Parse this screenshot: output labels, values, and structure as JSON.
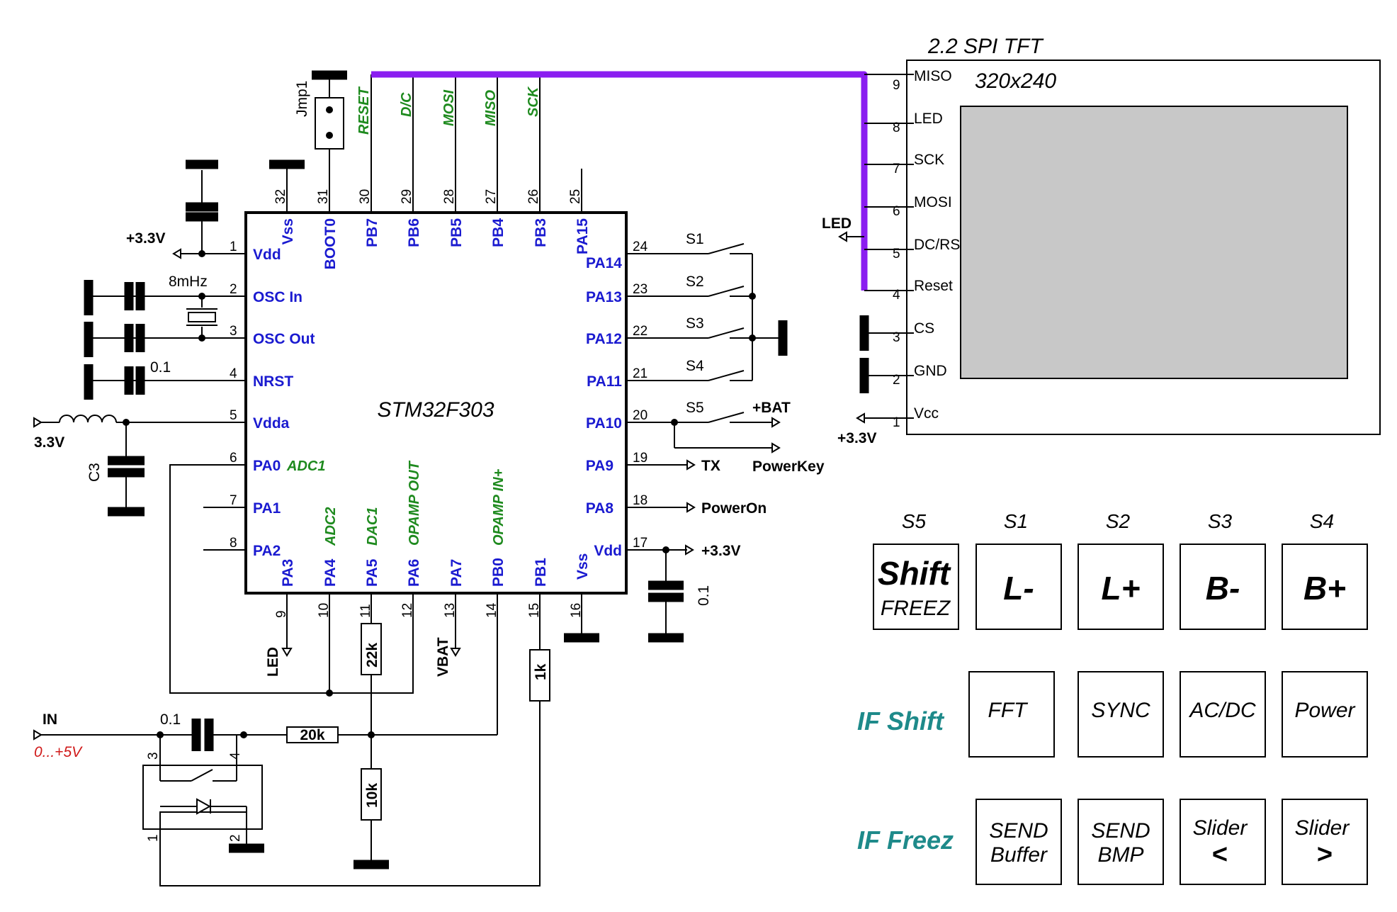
{
  "chip": {
    "name": "STM32F303",
    "left_pins": [
      {
        "num": "1",
        "name": "Vdd"
      },
      {
        "num": "2",
        "name": "OSC In"
      },
      {
        "num": "3",
        "name": "OSC Out"
      },
      {
        "num": "4",
        "name": "NRST"
      },
      {
        "num": "5",
        "name": "Vdda"
      },
      {
        "num": "6",
        "name": "PA0",
        "alt": "ADC1"
      },
      {
        "num": "7",
        "name": "PA1"
      },
      {
        "num": "8",
        "name": "PA2"
      }
    ],
    "top_pins": [
      {
        "num": "32",
        "name": "Vss"
      },
      {
        "num": "31",
        "name": "BOOT0"
      },
      {
        "num": "30",
        "name": "PB7",
        "alt": "RESET"
      },
      {
        "num": "29",
        "name": "PB6",
        "alt": "D/C"
      },
      {
        "num": "28",
        "name": "PB5",
        "alt": "MOSI"
      },
      {
        "num": "27",
        "name": "PB4",
        "alt": "MISO"
      },
      {
        "num": "26",
        "name": "PB3",
        "alt": "SCK"
      },
      {
        "num": "25",
        "name": "PA15"
      }
    ],
    "right_pins": [
      {
        "num": "24",
        "name": "PA14"
      },
      {
        "num": "23",
        "name": "PA13"
      },
      {
        "num": "22",
        "name": "PA12"
      },
      {
        "num": "21",
        "name": "PA11"
      },
      {
        "num": "20",
        "name": "PA10"
      },
      {
        "num": "19",
        "name": "PA9"
      },
      {
        "num": "18",
        "name": "PA8"
      },
      {
        "num": "17",
        "name": "Vdd"
      }
    ],
    "bottom_pins": [
      {
        "num": "9",
        "name": "PA3"
      },
      {
        "num": "10",
        "name": "PA4",
        "alt": "ADC2"
      },
      {
        "num": "11",
        "name": "PA5",
        "alt": "DAC1"
      },
      {
        "num": "12",
        "name": "PA6",
        "alt": "OPAMP OUT"
      },
      {
        "num": "13",
        "name": "PA7"
      },
      {
        "num": "14",
        "name": "PB0",
        "alt": "OPAMP IN+"
      },
      {
        "num": "15",
        "name": "PB1"
      },
      {
        "num": "16",
        "name": "Vss"
      }
    ]
  },
  "labels": {
    "v33_left": "+3.3V",
    "crystal": "8mHz",
    "cap_nrst": "0.1",
    "v33_vdda": "3.3V",
    "c3": "C3",
    "jmp1": "Jmp1",
    "s1": "S1",
    "s2": "S2",
    "s3": "S3",
    "s4": "S4",
    "s5": "S5",
    "bat": "+BAT",
    "powerkey": "PowerKey",
    "tx": "TX",
    "poweron": "PowerOn",
    "v33_right": "+3.3V",
    "cap_vdd": "0.1",
    "led_bottom": "LED",
    "vbat": "VBAT",
    "r22k": "22k",
    "r1k": "1k",
    "r20k": "20k",
    "r10k": "10k",
    "in": "IN",
    "in_range": "0...+5V",
    "cap_in": "0.1",
    "relay_pin3": "3",
    "relay_pin4": "4",
    "relay_pin1": "1",
    "relay_pin2": "2",
    "led_tft": "LED",
    "v33_tft": "+3.3V"
  },
  "tft": {
    "title": "2.2 SPI TFT",
    "resolution": "320x240",
    "pins": [
      {
        "num": "9",
        "name": "MISO"
      },
      {
        "num": "8",
        "name": "LED"
      },
      {
        "num": "7",
        "name": "SCK"
      },
      {
        "num": "6",
        "name": "MOSI"
      },
      {
        "num": "5",
        "name": "DC/RS"
      },
      {
        "num": "4",
        "name": "Reset"
      },
      {
        "num": "3",
        "name": "CS"
      },
      {
        "num": "2",
        "name": "GND"
      },
      {
        "num": "1",
        "name": "Vcc"
      }
    ]
  },
  "keypad": {
    "headers": [
      "S5",
      "S1",
      "S2",
      "S3",
      "S4"
    ],
    "row1": [
      {
        "line1": "Shift",
        "line2": "FREEZ"
      },
      {
        "line1": "L-"
      },
      {
        "line1": "L+"
      },
      {
        "line1": "B-"
      },
      {
        "line1": "B+"
      }
    ],
    "row2_label": "IF Shift",
    "row2": [
      "FFT",
      "SYNC",
      "AC/DC",
      "Power"
    ],
    "row3_label": "IF Freez",
    "row3": [
      {
        "line1": "SEND",
        "line2": "Buffer"
      },
      {
        "line1": "SEND",
        "line2": "BMP"
      },
      {
        "line1": "Slider",
        "line2": "<"
      },
      {
        "line1": "Slider",
        "line2": ">"
      }
    ]
  },
  "colors": {
    "pin_name": "#1a1ad0",
    "alt_function": "#1e8a1e",
    "bus": "#8a1ef0",
    "teal_label": "#1e8a8a",
    "input_range": "#d01a1a",
    "display_area": "#c8c8c8"
  }
}
